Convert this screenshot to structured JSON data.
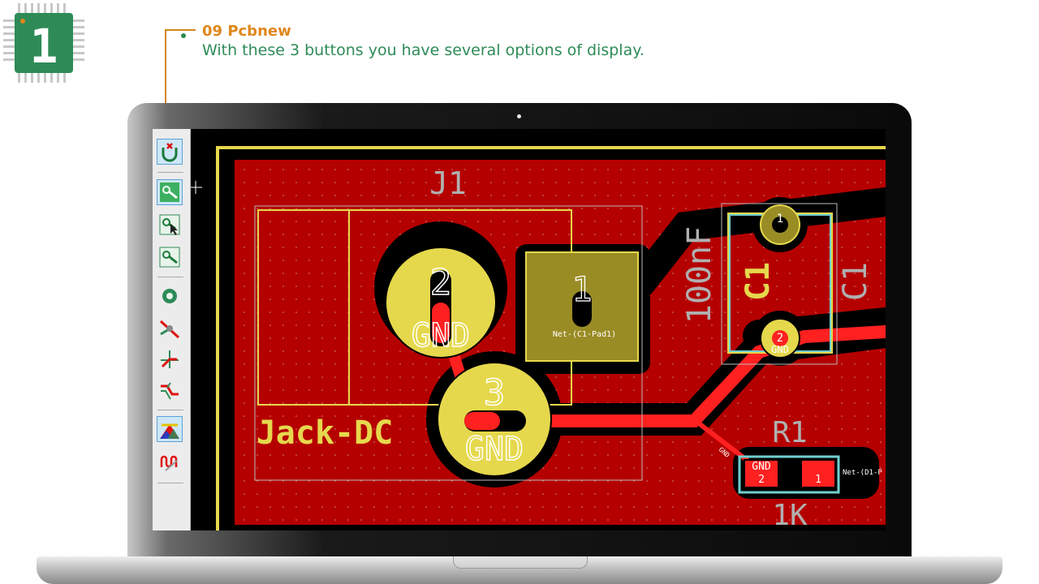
{
  "caption": {
    "title": "09 Pcbnew",
    "subtitle": "With these 3 buttons you have several options of display."
  },
  "logo": {
    "glyph": "1",
    "color": "#2e8b57"
  },
  "colors": {
    "accent_orange": "#e0861c",
    "accent_green": "#2e8b57",
    "board_copper": "#b50000",
    "silkscreen": "#e6d84c",
    "track": "#ff2020"
  },
  "toolbar": {
    "tools": [
      {
        "id": "ratsnest",
        "icon": "ratsnest-icon",
        "active": true
      },
      {
        "id": "highlight-net",
        "icon": "highlight-net-icon",
        "active": true
      },
      {
        "id": "select-net",
        "icon": "select-net-icon",
        "active": false
      },
      {
        "id": "local-ratsnest",
        "icon": "local-ratsnest-icon",
        "active": false
      },
      {
        "id": "via",
        "icon": "via-icon",
        "active": false
      },
      {
        "id": "delete-track",
        "icon": "delete-track-icon",
        "active": false
      },
      {
        "id": "track-mode",
        "icon": "track-mode-icon",
        "active": false
      },
      {
        "id": "track-clearance",
        "icon": "track-clearance-icon",
        "active": false
      },
      {
        "id": "high-contrast",
        "icon": "high-contrast-icon",
        "active": true
      },
      {
        "id": "microwave",
        "icon": "microwave-icon",
        "active": false
      }
    ]
  },
  "pcb": {
    "j1_ref": "J1",
    "j1_value": "Jack-DC",
    "pad1_num": "1",
    "pad1_net": "Net-(C1-Pad1)",
    "pad2_num": "2",
    "pad2_net": "GND",
    "pad3_num": "3",
    "pad3_net": "GND",
    "c1_ref": "C1",
    "c1_ref_fab": "C1",
    "c1_value": "100nF",
    "c1_pad1_num": "1",
    "c1_pad2_num": "2",
    "c1_pad2_net": "GND",
    "r1_ref": "R1",
    "r1_value": "1K",
    "r1_pad1_num": "1",
    "r1_pad2_num": "2",
    "r1_pad2_net": "GND",
    "r1_pad1_net": "Net-(D1-P",
    "track_net": "GND"
  }
}
